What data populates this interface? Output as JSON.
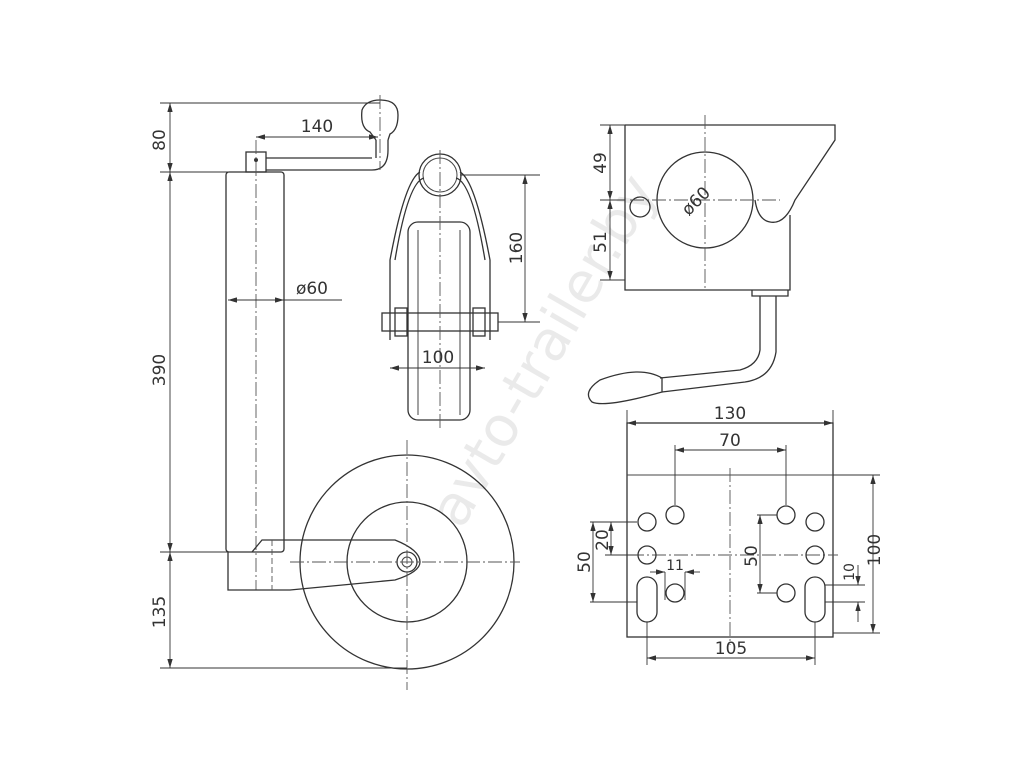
{
  "watermark": "avto-trailer.by",
  "side_view": {
    "dim_handle_height": "80",
    "dim_handle_reach": "140",
    "dim_tube_length": "390",
    "dim_tube_diameter": "ø60",
    "dim_bottom": "135"
  },
  "front_view": {
    "dim_fork_height": "160",
    "dim_wheel_width": "100"
  },
  "clamp_view": {
    "dim_upper": "49",
    "dim_lower": "51",
    "dim_bore": "ø60"
  },
  "plate_view": {
    "dim_width": "130",
    "dim_inner_holes": "70",
    "dim_slot_span": "105",
    "dim_height": "100",
    "dim_left_50": "50",
    "dim_left_20": "20",
    "dim_mid_50": "50",
    "dim_hole_11": "11",
    "dim_slot_10": "10"
  }
}
